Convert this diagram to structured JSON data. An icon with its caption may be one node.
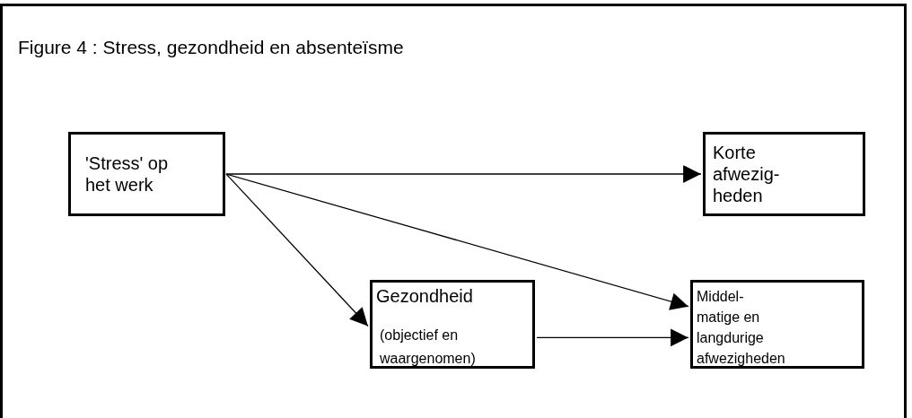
{
  "diagram": {
    "title": "Figure 4 : Stress, gezondheid en absenteïsme",
    "nodes": [
      {
        "text": [
          "'Stress' op het werk"
        ]
      },
      {
        "text": [
          "Korte afwezig- heden"
        ]
      },
      {
        "text": [
          "Gezondheid",
          "(objectief en waargenomen)"
        ]
      },
      {
        "text": [
          "Middel- matige en langdurige afwezigheden"
        ]
      }
    ],
    "edges": [
      {
        "from": 0,
        "to": 1,
        "arrow": "to"
      },
      {
        "from": 0,
        "to": 3,
        "arrow": "to"
      },
      {
        "from": 0,
        "to": 2,
        "arrow": "to"
      },
      {
        "from": 2,
        "to": 3,
        "arrow": "to"
      }
    ]
  }
}
